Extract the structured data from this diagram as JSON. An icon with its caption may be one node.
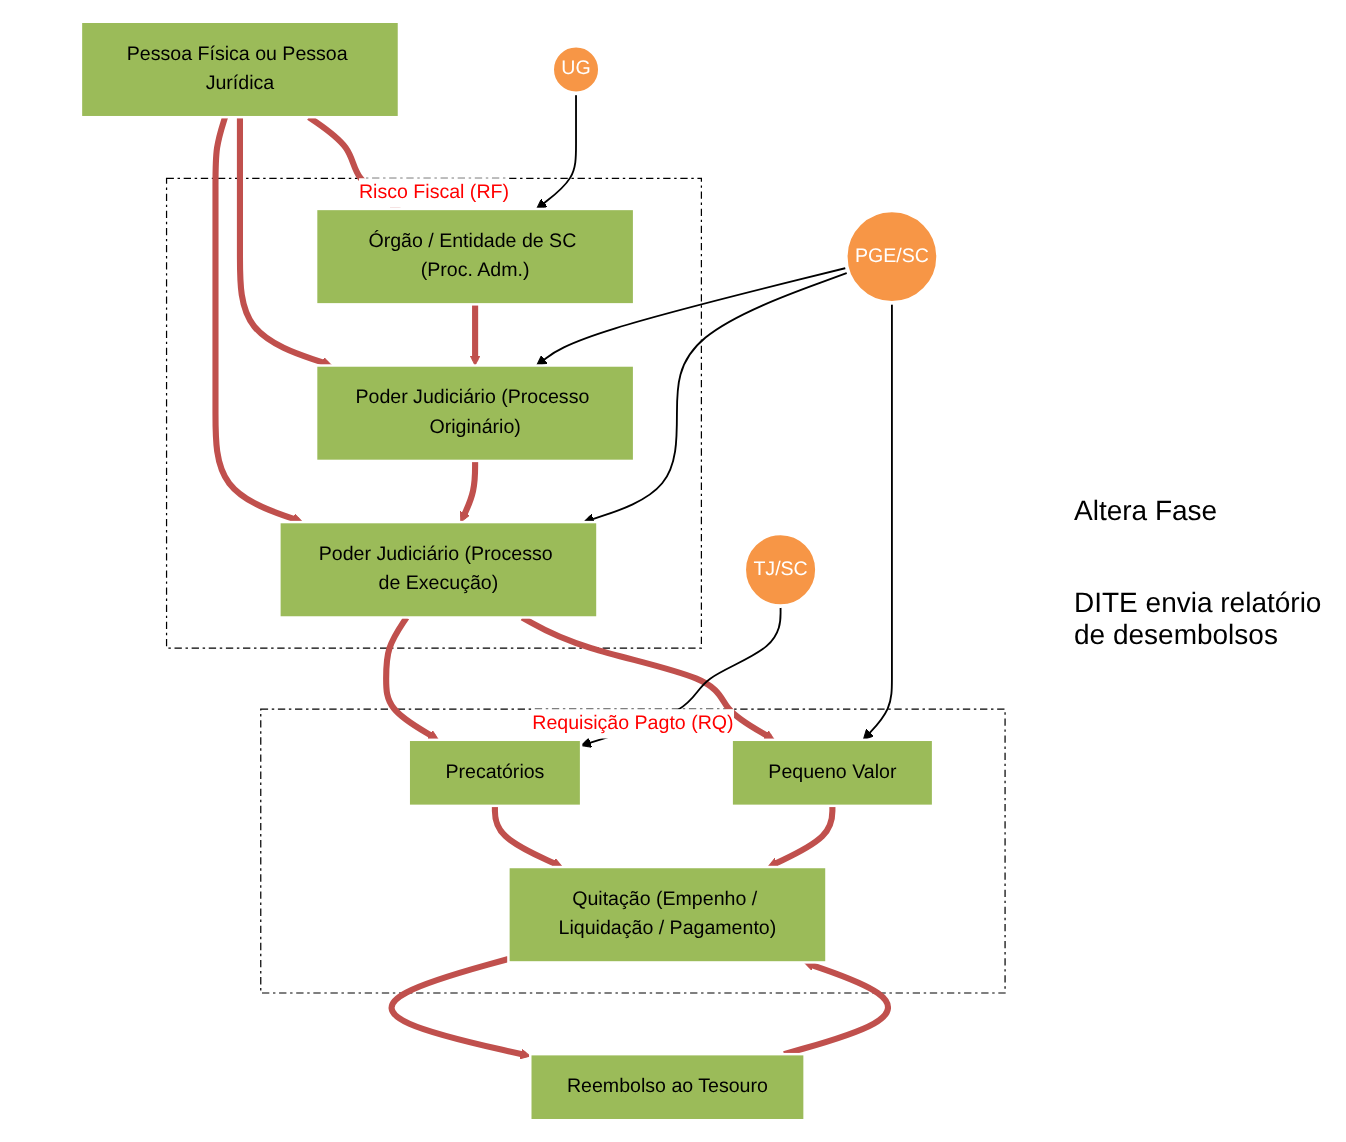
{
  "diagram": {
    "nodes": [
      {
        "text": [
          "Pessoa Física ou Pessoa Jurídica"
        ]
      },
      {
        "text": [
          "UG"
        ]
      },
      {
        "text": [
          "Risco Fiscal (RF)"
        ]
      },
      {
        "text": [
          "Órgão / Entidade de SC (Proc. Adm.)"
        ],
        "in": 2
      },
      {
        "text": [
          "Poder Judiciário (Processo Originário)"
        ],
        "in": 2
      },
      {
        "text": [
          "Poder Judiciário (Processo de Execução)"
        ],
        "in": 2
      },
      {
        "text": [
          "PGE/SC"
        ]
      },
      {
        "text": [
          "Requisição Pagto (RQ)"
        ]
      },
      {
        "text": [
          "TJ/SC"
        ]
      },
      {
        "text": [
          "Precatórios"
        ],
        "in": 7
      },
      {
        "text": [
          "Pequeno Valor"
        ],
        "in": 7
      },
      {
        "text": [
          "Quitação (Empenho / Liquidação / Pagamento)"
        ],
        "in": 7
      },
      {
        "text": [
          "Reembolso ao Tesouro"
        ]
      }
    ],
    "edges": [
      {
        "from": 0,
        "to": 3,
        "arrow": "to"
      },
      {
        "from": 0,
        "to": 4,
        "arrow": "to"
      },
      {
        "from": 0,
        "to": 5,
        "arrow": "to"
      },
      {
        "from": 1,
        "to": 3,
        "arrow": "to",
        "color": "#000000"
      },
      {
        "from": 3,
        "to": 4,
        "arrow": "to"
      },
      {
        "from": 4,
        "to": 5,
        "arrow": "to"
      },
      {
        "from": 6,
        "to": 4,
        "arrow": "to",
        "color": "#000000"
      },
      {
        "from": 6,
        "to": 5,
        "arrow": "to",
        "color": "#000000"
      },
      {
        "from": 5,
        "to": 9,
        "arrow": "to"
      },
      {
        "from": 5,
        "to": 10,
        "arrow": "to"
      },
      {
        "from": 8,
        "to": 9,
        "arrow": "to",
        "color": "#000000"
      },
      {
        "from": 6,
        "to": 10,
        "arrow": "to",
        "color": "#000000"
      },
      {
        "from": 9,
        "to": 11,
        "arrow": "to"
      },
      {
        "from": 10,
        "to": 11,
        "arrow": "to"
      },
      {
        "from": 11,
        "to": 12,
        "arrow": "to"
      },
      {
        "from": 12,
        "to": 11,
        "arrow": "to"
      }
    ],
    "labels": [
      "Altera Fase",
      "DITE envia relatório de desembolsos"
    ]
  }
}
